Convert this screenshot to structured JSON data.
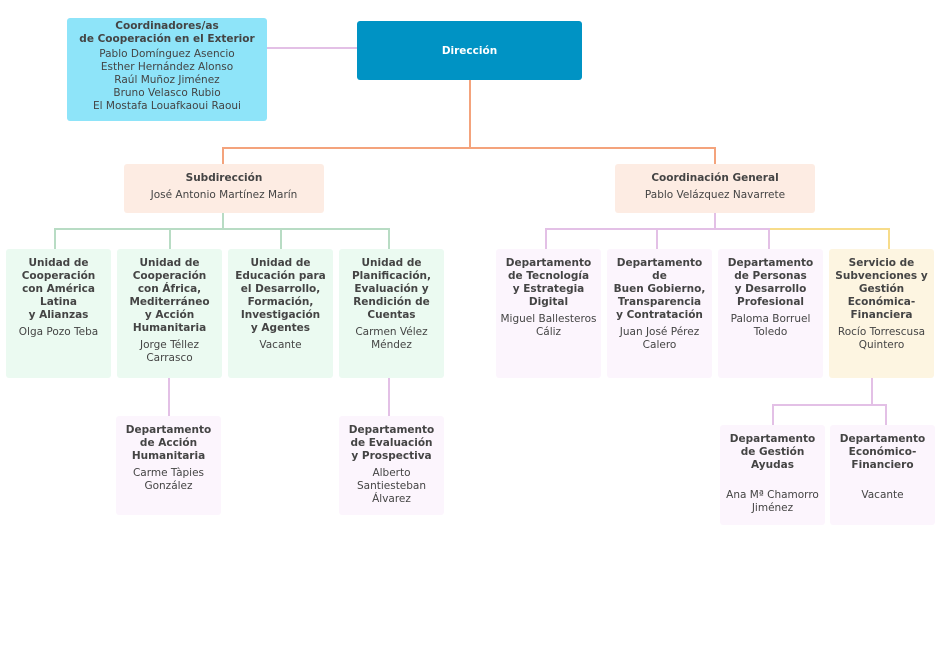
{
  "exterior": {
    "title": "Coordinadores/as\nde Cooperación en el Exterior",
    "names": [
      "Pablo Domínguez Asencio",
      "Esther Hernández Alonso",
      "Raúl Muñoz Jiménez",
      "Bruno Velasco Rubio",
      "El Mostafa Louafkaoui Raoui"
    ]
  },
  "direccion": {
    "title": "Dirección"
  },
  "subdireccion": {
    "title": "Subdirección",
    "name": "José Antonio Martínez Marín"
  },
  "coordinacion": {
    "title": "Coordinación General",
    "name": "Pablo Velázquez Navarrete"
  },
  "units": [
    {
      "title": "Unidad de\nCooperación\ncon América\nLatina\ny Alianzas",
      "name": "Olga Pozo Teba"
    },
    {
      "title": "Unidad de\nCooperación\ncon África,\nMediterráneo\ny Acción\nHumanitaria",
      "name": "Jorge Téllez\nCarrasco"
    },
    {
      "title": "Unidad de\nEducación para\nel Desarrollo,\nFormación,\nInvestigación\ny Agentes",
      "name": "Vacante"
    },
    {
      "title": "Unidad de\nPlanificación,\nEvaluación y\nRendición de\nCuentas",
      "name": "Carmen Vélez\nMéndez"
    }
  ],
  "depts": [
    {
      "title": "Departamento\nde Tecnología\ny Estrategia\nDigital",
      "name": "Miguel Ballesteros\nCáliz"
    },
    {
      "title": "Departamento de\nBuen Gobierno,\nTransparencia\ny Contratación",
      "name": "Juan José Pérez\nCalero"
    },
    {
      "title": "Departamento\nde Personas\ny Desarrollo\nProfesional",
      "name": "Paloma Borruel\nToledo"
    },
    {
      "title": "Servicio de\nSubvenciones y\nGestión\nEconómica-\nFinanciera",
      "name": "Rocío Torrescusa\nQuintero"
    }
  ],
  "sub": [
    {
      "title": "Departamento\nde Acción\nHumanitaria",
      "name": "Carme Tàpies\nGonzález"
    },
    {
      "title": "Departamento\nde Evaluación\ny Prospectiva",
      "name": "Alberto\nSantiesteban\nÁlvarez"
    },
    {
      "title": "Departamento\nde Gestión\nAyudas",
      "name": "\nAna Mª Chamorro\nJiménez"
    },
    {
      "title": "Departamento\nEconómico-\nFinanciero",
      "name": "\nVacante"
    }
  ],
  "colors": {
    "direccion": "#0093c4",
    "exterior": "#8ee4f9",
    "orange_line": "#f4a37c",
    "green_line": "#b8dcc4",
    "lilac_line": "#e3c0e6",
    "yellow_line": "#f7dc8a"
  }
}
